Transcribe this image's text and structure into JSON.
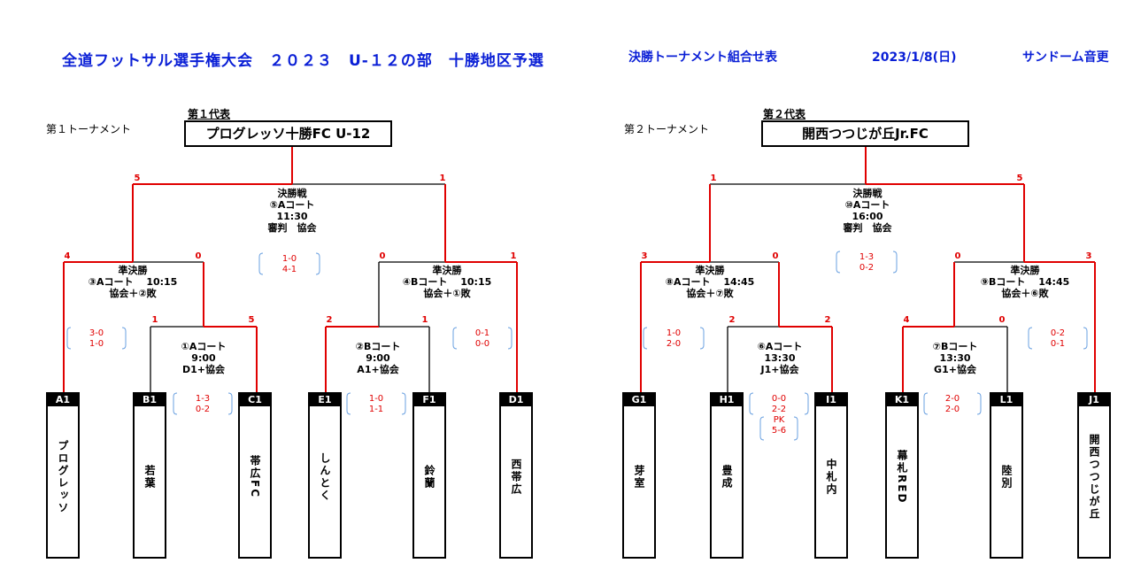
{
  "header": {
    "title": "全道フットサル選手権大会　２０２３　U-１２の部　十勝地区予選",
    "subtitle": "決勝トーナメント組合せ表",
    "date": "2023/1/8(日)",
    "venue": "サンドーム音更"
  },
  "t1": {
    "label": "第１トーナメント",
    "rep_label": "第１代表",
    "winner": "プログレッソ十勝FC U-12",
    "final": {
      "lines": [
        "決勝戦",
        "⑤Aコート",
        "11:30",
        "審判　協会"
      ],
      "scores": [
        "1-0",
        "4-1"
      ],
      "left": "5",
      "right": "1"
    },
    "semi_left": {
      "lines": [
        "準決勝",
        "③Aコート　 10:15",
        "協会＋②敗"
      ],
      "scores": [
        "3-0",
        "1-0"
      ],
      "left": "4",
      "right": "0"
    },
    "semi_right": {
      "lines": [
        "準決勝",
        "④Bコート　 10:15",
        "協会＋①敗"
      ],
      "scores": [
        "0-1",
        "0-0"
      ],
      "left": "0",
      "right": "1"
    },
    "q1": {
      "lines": [
        "①Aコート",
        "9:00",
        "D1+協会"
      ],
      "scores": [
        "1-3",
        "0-2"
      ],
      "left": "1",
      "right": "5"
    },
    "q2": {
      "lines": [
        "②Bコート",
        "9:00",
        "A1+協会"
      ],
      "scores": [
        "1-0",
        "1-1"
      ],
      "left": "2",
      "right": "1"
    },
    "teams": [
      {
        "id": "A1",
        "name": "プログレッソ"
      },
      {
        "id": "B1",
        "name": "若葉"
      },
      {
        "id": "C1",
        "name": "帯広FC"
      },
      {
        "id": "E1",
        "name": "しんとく"
      },
      {
        "id": "F1",
        "name": "鈴蘭"
      },
      {
        "id": "D1",
        "name": "西帯広"
      }
    ]
  },
  "t2": {
    "label": "第２トーナメント",
    "rep_label": "第２代表",
    "winner": "開西つつじが丘Jr.FC",
    "final": {
      "lines": [
        "決勝戦",
        "⑩Aコート",
        "16:00",
        "審判　協会"
      ],
      "scores": [
        "1-3",
        "0-2"
      ],
      "left": "1",
      "right": "5"
    },
    "semi_left": {
      "lines": [
        "準決勝",
        "⑧Aコート　 14:45",
        "協会＋⑦敗"
      ],
      "scores": [
        "1-0",
        "2-0"
      ],
      "left": "3",
      "right": "0"
    },
    "semi_right": {
      "lines": [
        "準決勝",
        "⑨Bコート　 14:45",
        "協会＋⑥敗"
      ],
      "scores": [
        "0-2",
        "0-1"
      ],
      "left": "0",
      "right": "3"
    },
    "q1": {
      "lines": [
        "⑥Aコート",
        "13:30",
        "J1+協会"
      ],
      "scores": [
        "0-0",
        "2-2",
        "PK",
        "5-6"
      ],
      "left": "2",
      "right": "2"
    },
    "q2": {
      "lines": [
        "⑦Bコート",
        "13:30",
        "G1+協会"
      ],
      "scores": [
        "2-0",
        "2-0"
      ],
      "left": "4",
      "right": "0"
    },
    "teams": [
      {
        "id": "G1",
        "name": "芽室"
      },
      {
        "id": "H1",
        "name": "豊成"
      },
      {
        "id": "I1",
        "name": "中札内"
      },
      {
        "id": "K1",
        "name": "幕札RED"
      },
      {
        "id": "L1",
        "name": "陸別"
      },
      {
        "id": "J1",
        "name": "開西つつじが丘"
      }
    ]
  },
  "colors": {
    "header": "#0a1fd6",
    "win_line": "#e00000",
    "score": "#e00000"
  }
}
